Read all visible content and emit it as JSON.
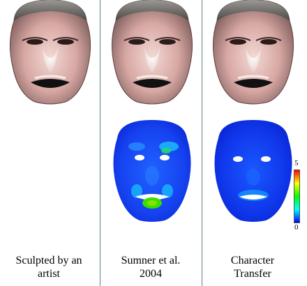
{
  "columns": [
    {
      "caption_lines": [
        "Sculpted by an",
        "artist"
      ]
    },
    {
      "caption_lines": [
        "Sumner et al.",
        "2004"
      ]
    },
    {
      "caption_lines": [
        "Character",
        "Transfer"
      ]
    }
  ],
  "colorbar": {
    "max_label": "5",
    "min_label": "0",
    "colors": [
      "#ff0000",
      "#ffff00",
      "#00ff00",
      "#00ffff",
      "#0000ff"
    ]
  }
}
